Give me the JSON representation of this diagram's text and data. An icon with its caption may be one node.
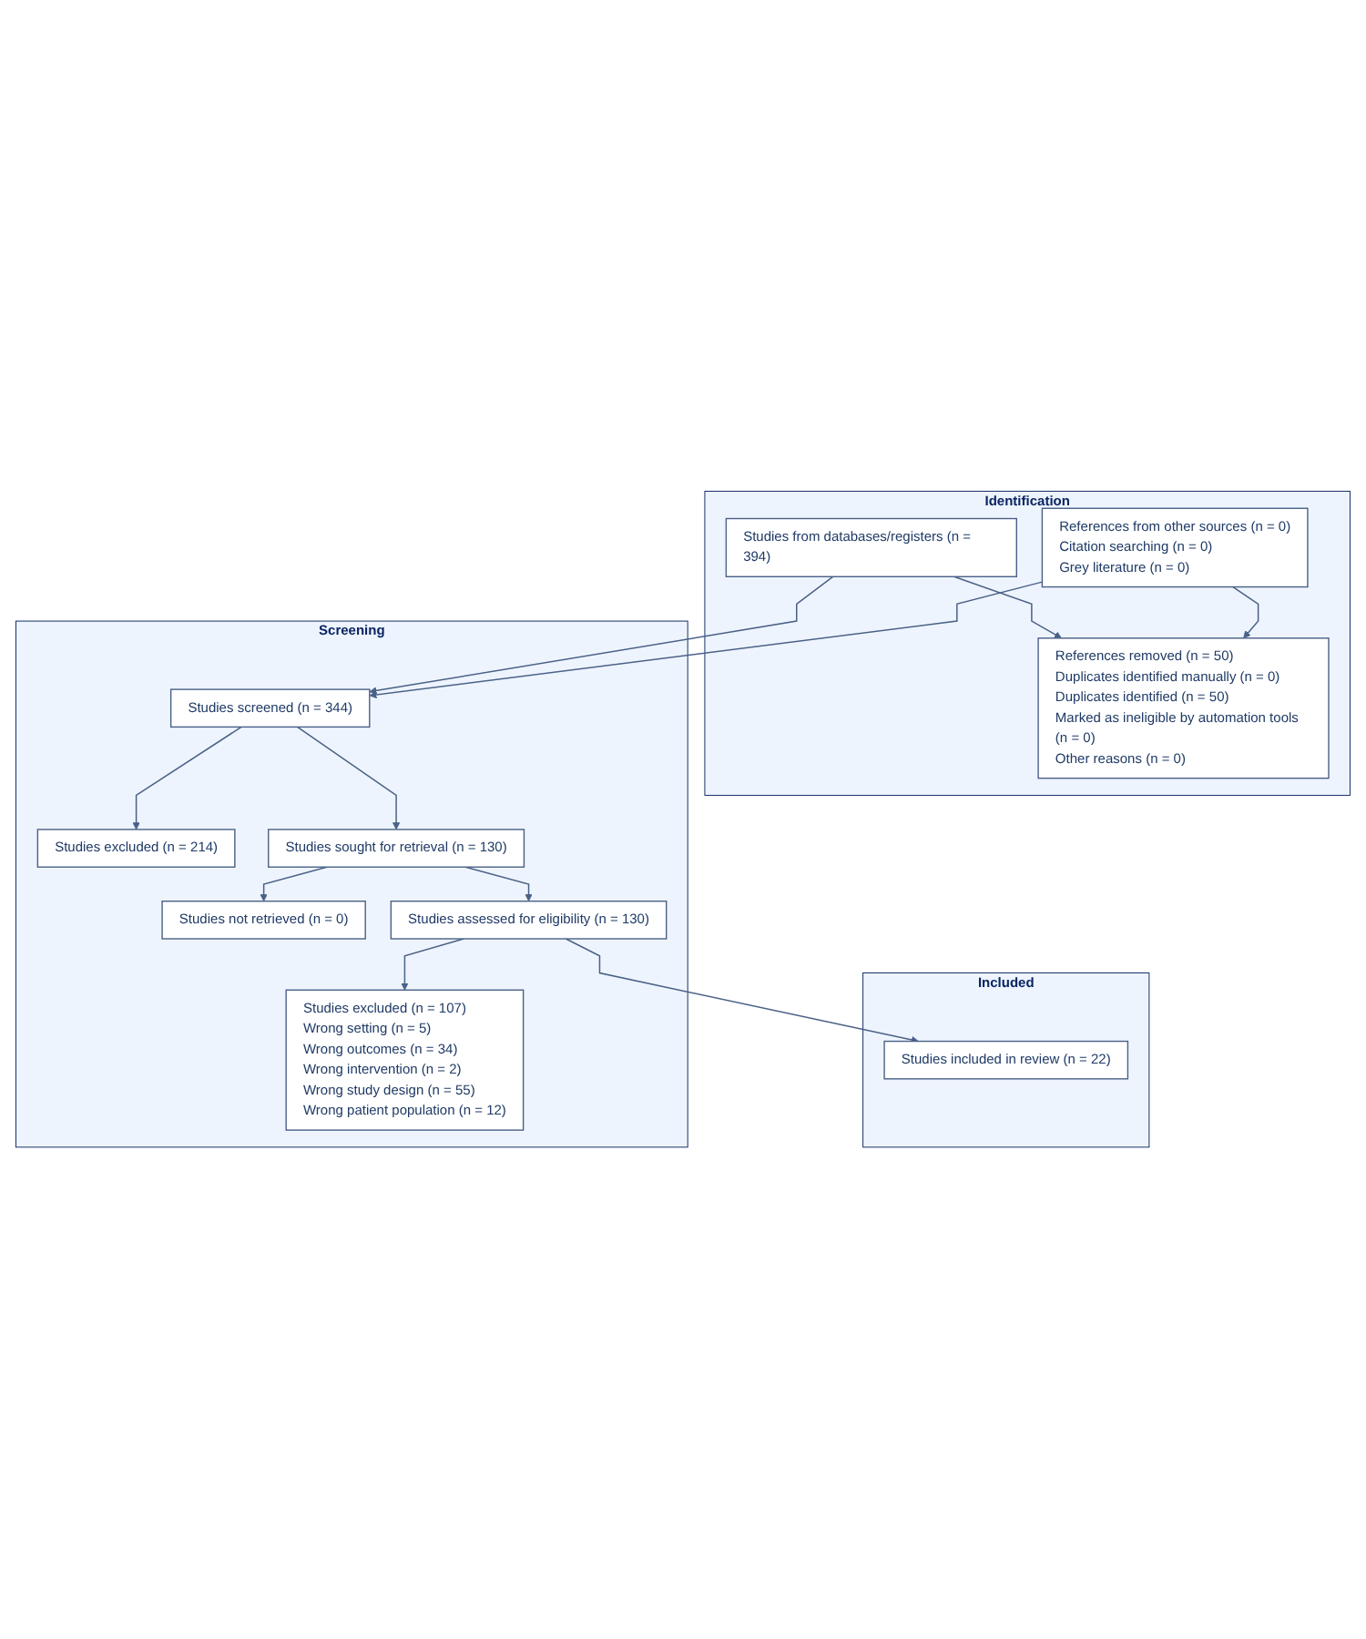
{
  "diagram": {
    "nodes": [
      {
        "text": [
          "Identification"
        ]
      },
      {
        "text": [
          "Studies from databases/registers (n = 394)"
        ],
        "in": 0
      },
      {
        "text": [
          "References from other sources (n = 0)",
          "Citation searching (n = 0)",
          "Grey literature (n = 0)"
        ],
        "in": 0
      },
      {
        "text": [
          "References removed (n = 50)",
          "Duplicates identified manually (n = 0)",
          "Duplicates identified (n = 50)",
          "Marked as ineligible by automation tools (n = 0)",
          "Other reasons (n = 0)"
        ],
        "in": 0
      },
      {
        "text": [
          "Screening"
        ]
      },
      {
        "text": [
          "Studies screened (n = 344)"
        ],
        "in": 4
      },
      {
        "text": [
          "Studies excluded (n = 214)"
        ],
        "in": 4
      },
      {
        "text": [
          "Studies sought for retrieval (n = 130)"
        ],
        "in": 4
      },
      {
        "text": [
          "Studies not retrieved (n = 0)"
        ],
        "in": 4
      },
      {
        "text": [
          "Studies assessed for eligibility (n = 130)"
        ],
        "in": 4
      },
      {
        "text": [
          "Studies excluded (n = 107)",
          "Wrong setting (n = 5)",
          "Wrong outcomes (n = 34)",
          "Wrong intervention (n = 2)",
          "Wrong study design (n = 55)",
          "Wrong patient population (n = 12)"
        ],
        "in": 4
      },
      {
        "text": [
          "Included"
        ]
      },
      {
        "text": [
          "Studies included in review (n = 22)"
        ],
        "in": 11
      }
    ],
    "edges": [
      {
        "from": 1,
        "to": 3,
        "arrow": "to"
      },
      {
        "from": 2,
        "to": 3,
        "arrow": "to"
      },
      {
        "from": 1,
        "to": 5,
        "arrow": "to"
      },
      {
        "from": 2,
        "to": 5,
        "arrow": "to"
      },
      {
        "from": 5,
        "to": 6,
        "arrow": "to"
      },
      {
        "from": 5,
        "to": 7,
        "arrow": "to"
      },
      {
        "from": 7,
        "to": 8,
        "arrow": "to"
      },
      {
        "from": 7,
        "to": 9,
        "arrow": "to"
      },
      {
        "from": 9,
        "to": 10,
        "arrow": "to"
      },
      {
        "from": 9,
        "to": 12,
        "arrow": "to"
      }
    ]
  }
}
